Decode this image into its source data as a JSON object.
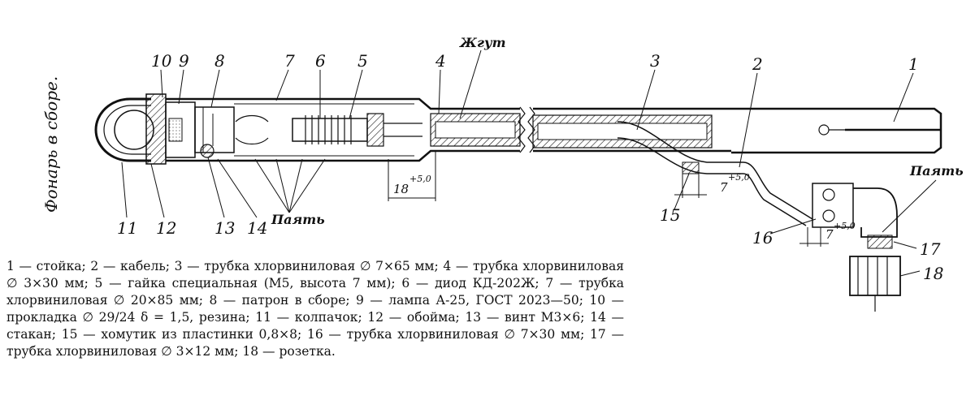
{
  "side_caption": "Фонарь в сборе.",
  "labels": {
    "p1": "1",
    "p2": "2",
    "p3": "3",
    "p4": "4",
    "p5": "5",
    "p6": "6",
    "p7": "7",
    "p8": "8",
    "p9": "9",
    "p10": "10",
    "p11": "11",
    "p12": "12",
    "p13": "13",
    "p14": "14",
    "p15": "15",
    "p16": "16",
    "p17": "17",
    "p18": "18",
    "harness": "Жгут",
    "solder_left": "Паять",
    "solder_right": "Паять"
  },
  "dimensions": {
    "d18_value": "18",
    "d18_tol": "+5,0",
    "d7a_value": "7",
    "d7a_tol": "+5,0",
    "d7b_value": "7",
    "d7b_tol": "+5,0"
  },
  "legend_text": "1 — стойка; 2 — кабель; 3 — трубка хлорвиниловая ∅ 7×65 мм; 4 — трубка хлорвиниловая ∅ 3×30 мм; 5 — гайка специальная (М5, высота 7 мм); 6 — диод КД-202Ж; 7 — трубка хлорвиниловая ∅ 20×85 мм; 8 — патрон в сборе; 9 — лампа А-25, ГОСТ 2023—50; 10 — прокладка ∅ 29/24 δ = 1,5, резина; 11 — колпачок; 12 — обойма; 13 — винт М3×6; 14 — стакан; 15 — хомутик из пластинки 0,8×8; 16 — трубка хлорвиниловая ∅ 7×30 мм; 17 — трубка хлорвиниловая ∅ 3×12 мм; 18 — розетка."
}
